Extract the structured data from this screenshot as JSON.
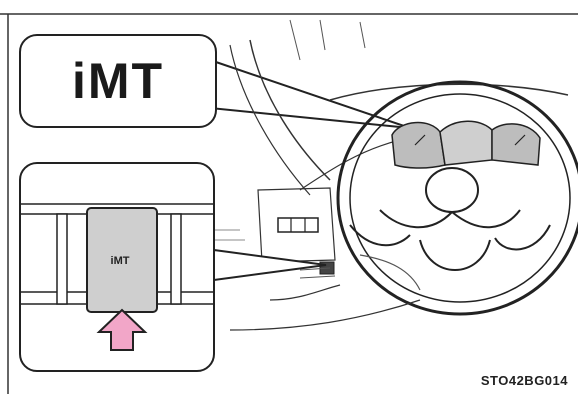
{
  "callout_large_label": "iMT",
  "switch_label": "iMT",
  "figure_code": "STO42BG014",
  "colors": {
    "arrow": "#f2a6c8",
    "switch_face": "#cfcfcf",
    "line": "#222222"
  }
}
